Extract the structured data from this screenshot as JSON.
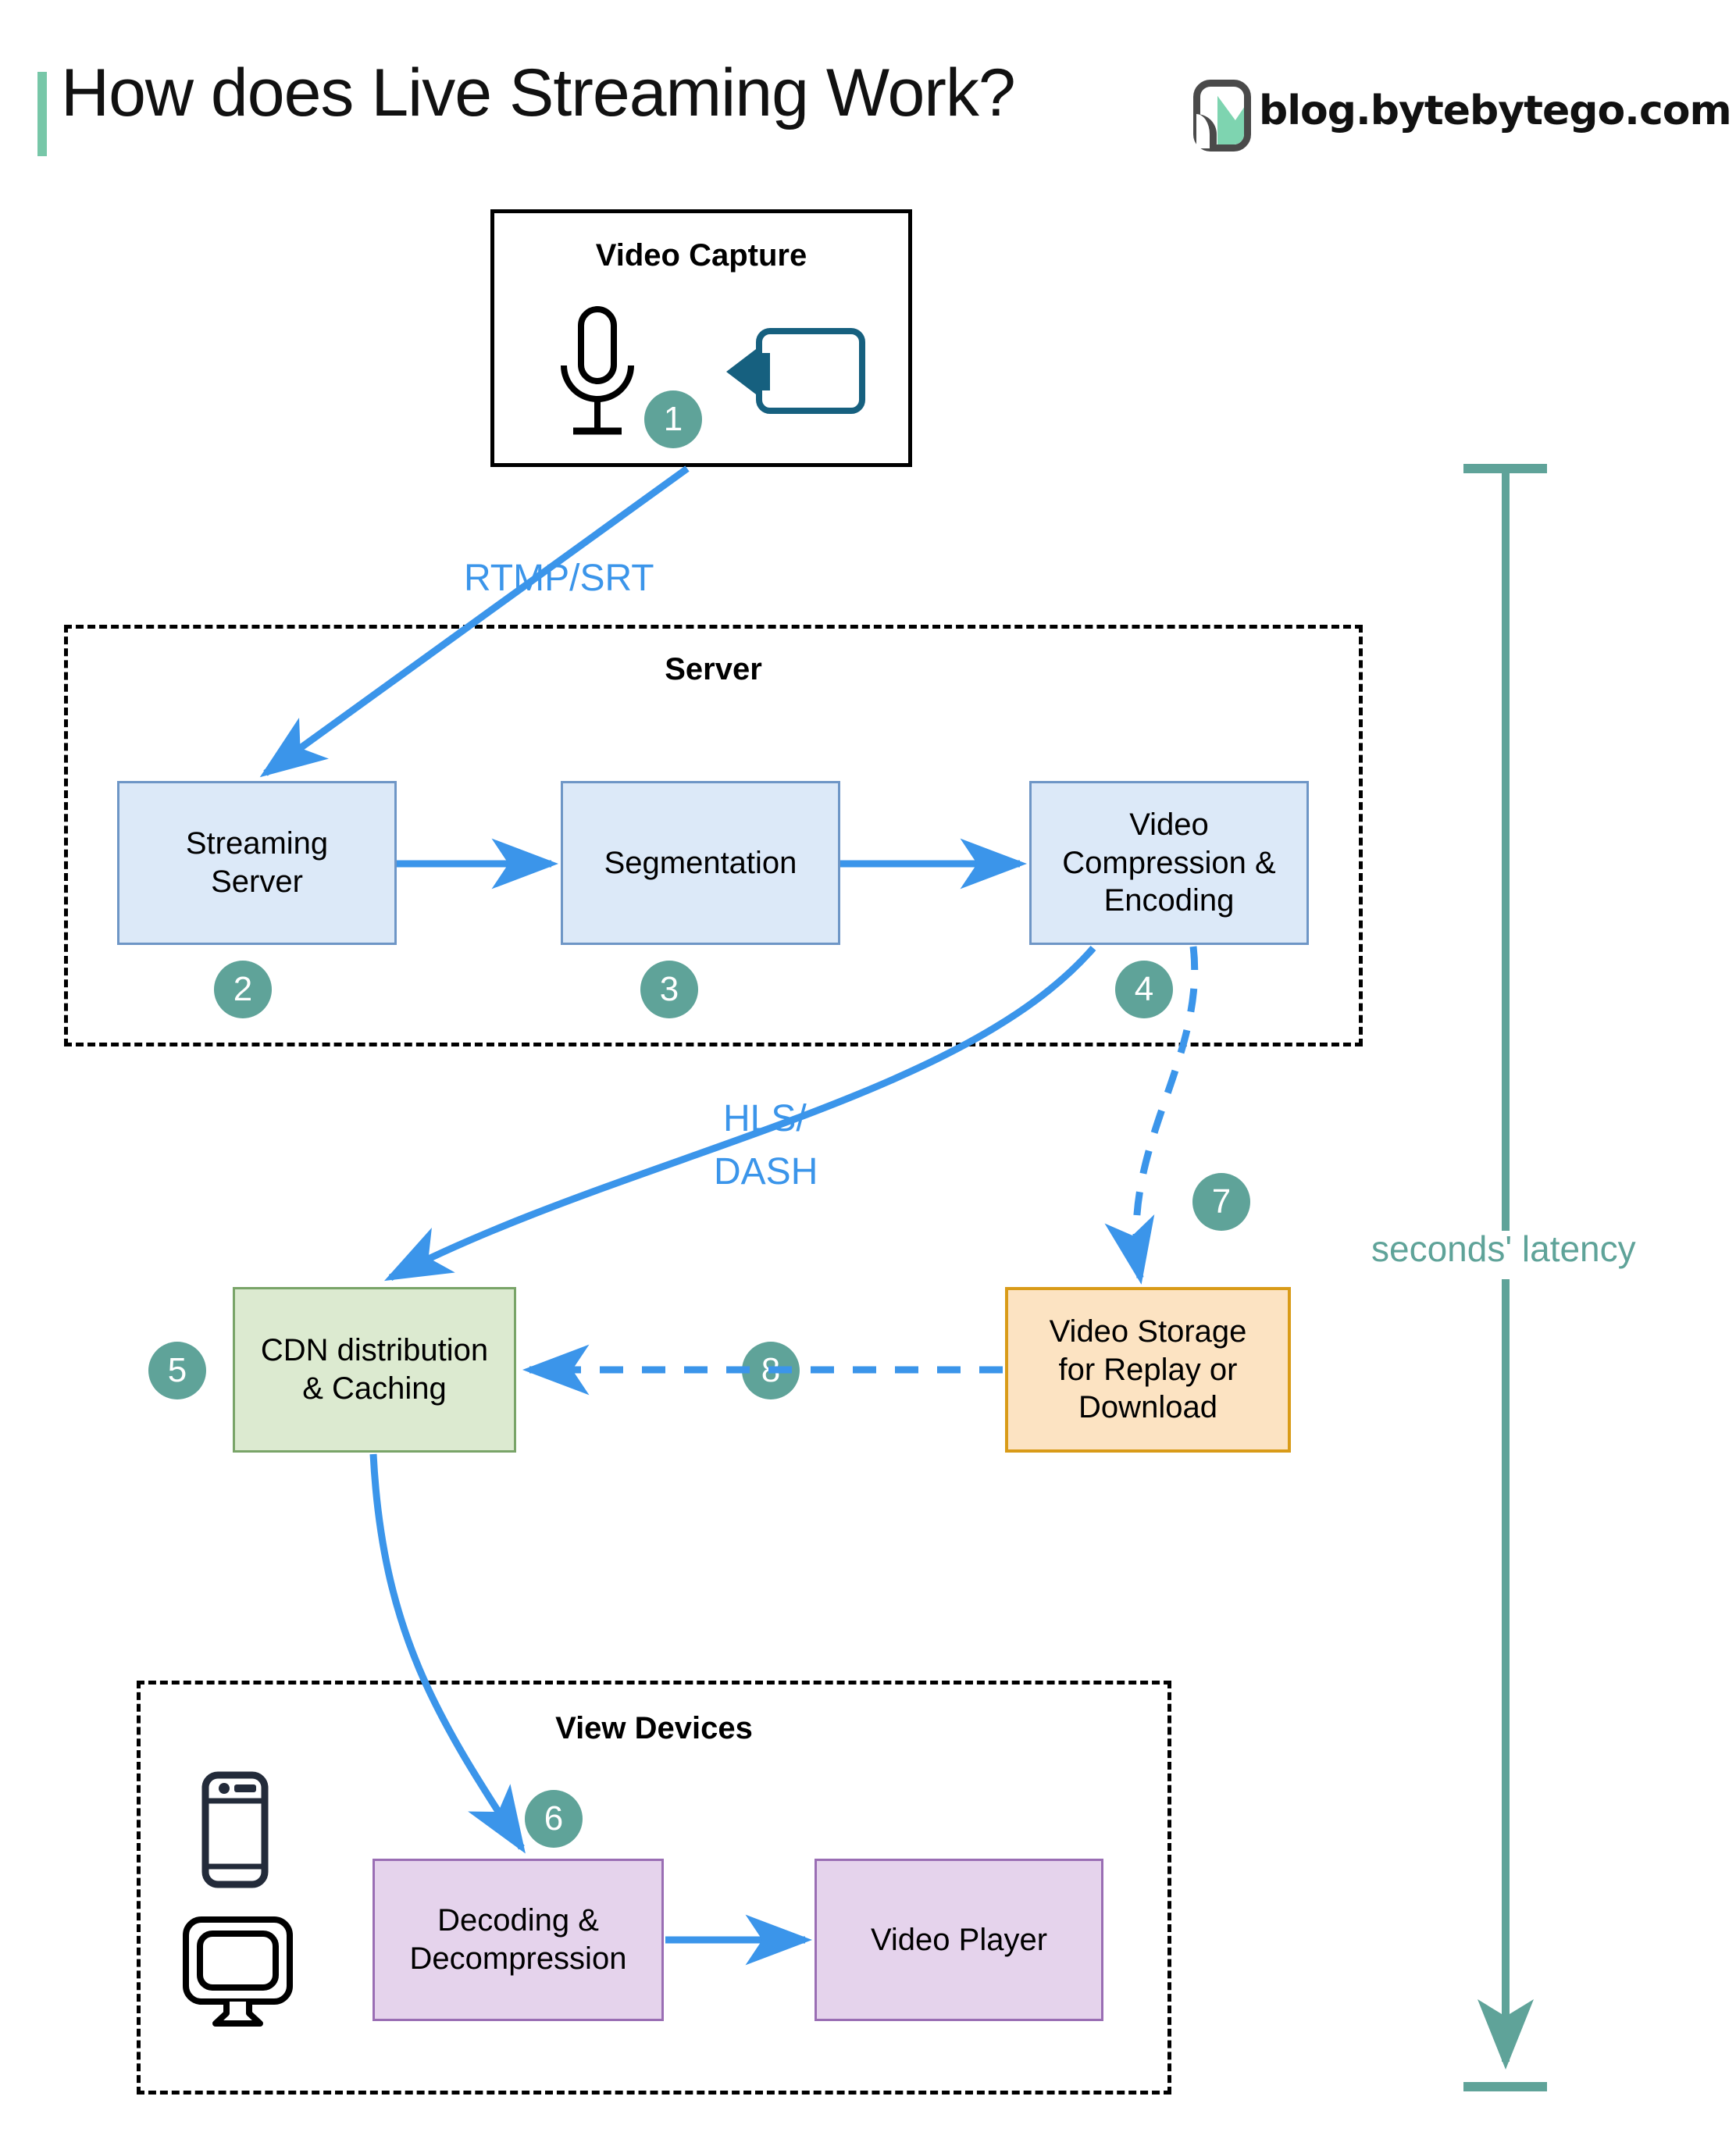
{
  "header": {
    "title": "How does Live Streaming Work?",
    "site": "blog.bytebytego.com",
    "logo_icon": "bytebytego-logo-icon",
    "accent_color": "#77c7a8"
  },
  "colors": {
    "badge": "#5fa399",
    "arrow_blue": "#3b95ea",
    "box_blue_fill": "#dce9f8",
    "box_blue_border": "#6e96c6",
    "box_green_fill": "#dcead0",
    "box_green_border": "#79a468",
    "box_orange_fill": "#fce3c2",
    "box_orange_border": "#d99b18",
    "box_purple_fill": "#e5d3ec",
    "box_purple_border": "#9a6eb4",
    "latency_teal": "#5fa399"
  },
  "groups": {
    "capture": {
      "title": "Video Capture",
      "style": "solid"
    },
    "server": {
      "title": "Server",
      "style": "dashed"
    },
    "view_devices": {
      "title": "View Devices",
      "style": "dashed"
    }
  },
  "icons": {
    "microphone": "microphone-icon",
    "video_camera": "video-camera-icon",
    "phone": "mobile-phone-icon",
    "monitor": "desktop-monitor-icon"
  },
  "nodes": [
    {
      "id": "streaming_server",
      "label": "Streaming\nServer",
      "badge": "2",
      "color": "blue"
    },
    {
      "id": "segmentation",
      "label": "Segmentation",
      "badge": "3",
      "color": "blue"
    },
    {
      "id": "video_compression",
      "label": "Video\nCompression &\nEncoding",
      "badge": "4",
      "color": "blue"
    },
    {
      "id": "cdn",
      "label": "CDN distribution\n& Caching",
      "badge": "5",
      "color": "green"
    },
    {
      "id": "video_storage",
      "label": "Video Storage\nfor Replay or\nDownload",
      "badge": "7",
      "color": "orange"
    },
    {
      "id": "decoding",
      "label": "Decoding &\nDecompression",
      "badge": "6",
      "color": "purple"
    },
    {
      "id": "video_player",
      "label": "Video Player",
      "badge": "",
      "color": "purple"
    }
  ],
  "badges": {
    "capture": "1",
    "streaming_server": "2",
    "segmentation": "3",
    "video_compression": "4",
    "cdn": "5",
    "decoding": "6",
    "storage": "7",
    "storage_to_cdn": "8"
  },
  "edge_labels": {
    "capture_to_server": "RTMP/SRT",
    "encode_to_cdn_line1": "HLS/",
    "encode_to_cdn_line2": "DASH"
  },
  "latency": {
    "label": "seconds' latency"
  },
  "node_labels": {
    "streaming_server_l1": "Streaming",
    "streaming_server_l2": "Server",
    "segmentation": "Segmentation",
    "video_compression_l1": "Video",
    "video_compression_l2": "Compression &",
    "video_compression_l3": "Encoding",
    "cdn_l1": "CDN distribution",
    "cdn_l2": "& Caching",
    "storage_l1": "Video Storage",
    "storage_l2": "for Replay or",
    "storage_l3": "Download",
    "decoding_l1": "Decoding &",
    "decoding_l2": "Decompression",
    "video_player": "Video Player"
  }
}
